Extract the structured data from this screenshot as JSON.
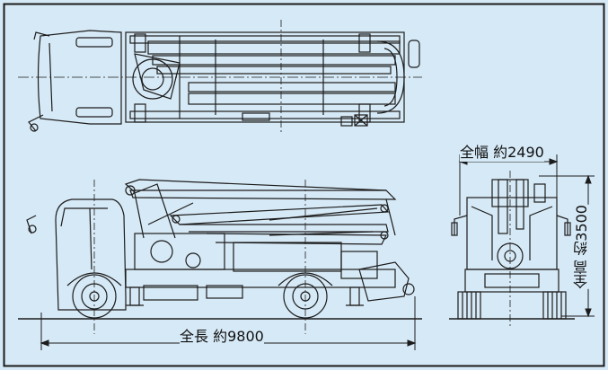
{
  "colors": {
    "background": "#d6e9f6",
    "frame": "#1a1a1a",
    "line": "#1c1c1c"
  },
  "dimensions": {
    "overall_length": "全長 約9800",
    "overall_width": "全幅 約2490",
    "overall_height": "全高 約3500"
  },
  "views": [
    "top-view",
    "side-view",
    "rear-view"
  ]
}
